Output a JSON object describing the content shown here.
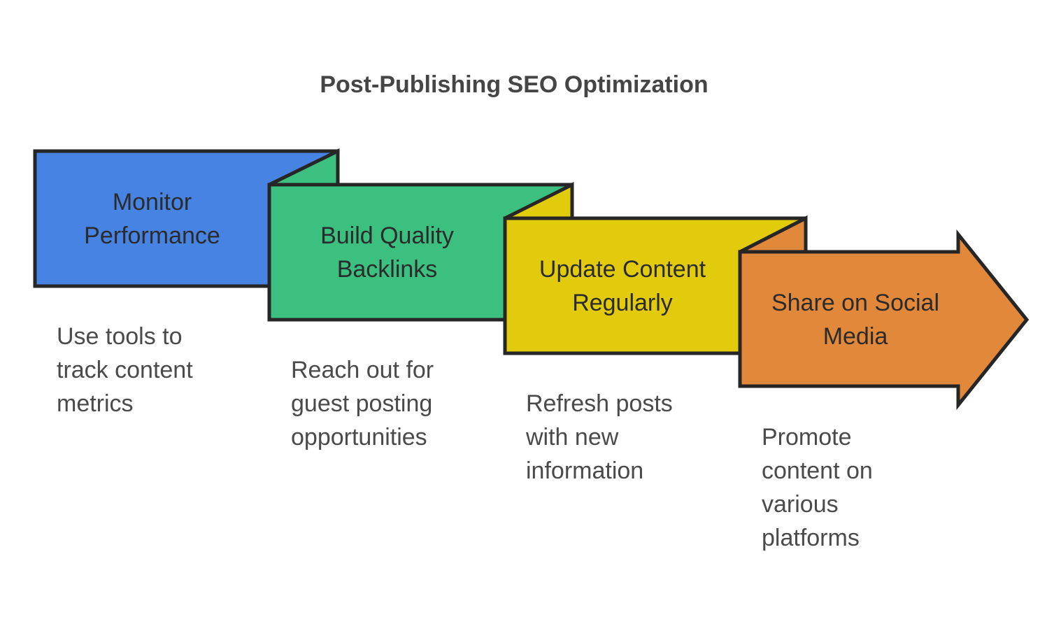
{
  "title": "Post-Publishing SEO Optimization",
  "colors": {
    "background": "#ffffff",
    "stroke": "#262626",
    "title_text": "#454545",
    "label_text": "#2b2b2b",
    "description_text": "#4a4a4a"
  },
  "steps": [
    {
      "label": "Monitor\nPerformance",
      "description": "Use tools to\ntrack content\nmetrics",
      "color": "#4783E3"
    },
    {
      "label": "Build Quality\nBacklinks",
      "description": "Reach out for\nguest posting\nopportunities",
      "color": "#3CC07F"
    },
    {
      "label": "Update Content\nRegularly",
      "description": "Refresh posts\nwith new\ninformation",
      "color": "#E1CB0C"
    },
    {
      "label": "Share on Social\nMedia",
      "description": "Promote\ncontent on\nvarious\nplatforms",
      "color": "#E1883B"
    }
  ]
}
